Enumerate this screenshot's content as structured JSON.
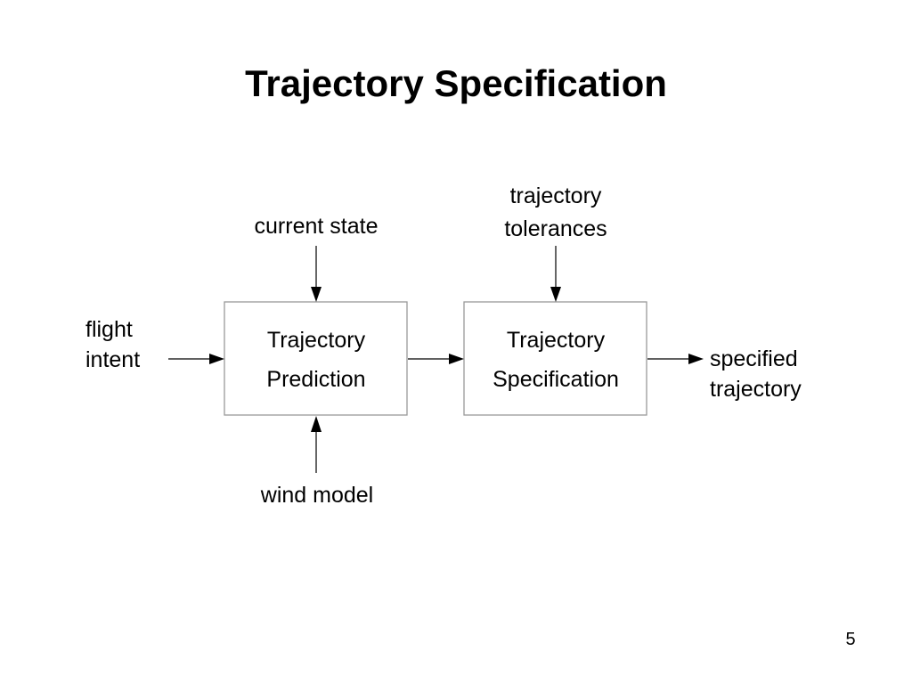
{
  "slide": {
    "title": "Trajectory Specification",
    "page_number": "5"
  },
  "diagram": {
    "blocks": {
      "prediction": {
        "line1": "Trajectory",
        "line2": "Prediction"
      },
      "specification": {
        "line1": "Trajectory",
        "line2": "Specification"
      }
    },
    "labels": {
      "current_state": "current state",
      "trajectory_tolerances_line1": "trajectory",
      "trajectory_tolerances_line2": "tolerances",
      "flight_intent_line1": "flight",
      "flight_intent_line2": "intent",
      "wind_model": "wind model",
      "specified_trajectory_line1": "specified",
      "specified_trajectory_line2": "trajectory"
    },
    "colors": {
      "box_border": "#999999",
      "arrow": "#000000",
      "text": "#000000"
    }
  }
}
